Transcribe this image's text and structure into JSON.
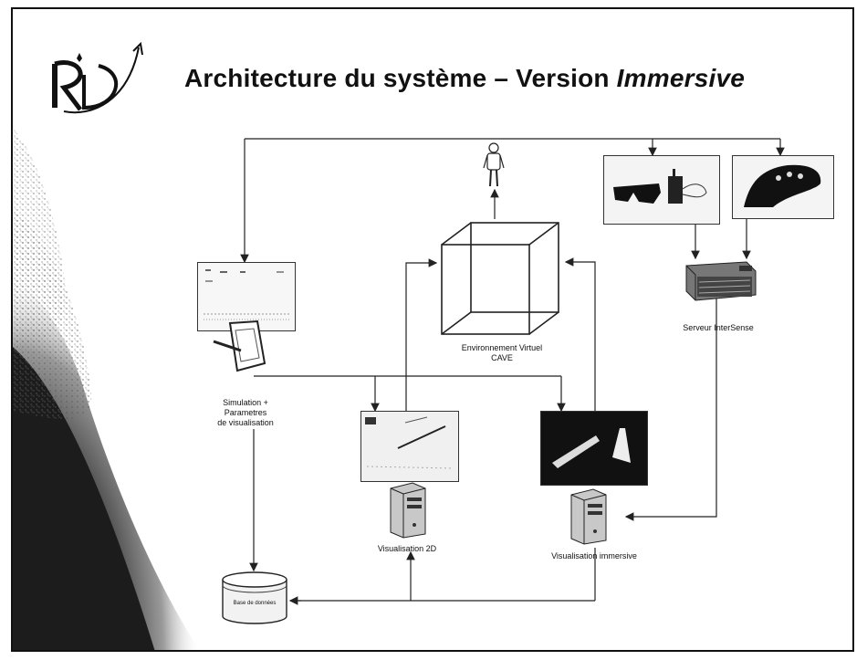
{
  "slide": {
    "title_part1": "Architecture du système – Version ",
    "title_part2": "Immersive",
    "logo_text": "RD"
  },
  "nodes": {
    "cave_label_line1": "Environnement Virtuel",
    "cave_label_line2": "CAVE",
    "server_label": "Serveur InterSense",
    "sim_label_line1": "Simulation +",
    "sim_label_line2": "Parametres",
    "sim_label_line3": "de visualisation",
    "vis2d_label": "Visualisation 2D",
    "visimm_label": "Visualisation immersive",
    "database_label": "Base de données"
  },
  "icons": {
    "user": "person-icon",
    "glasses": "tracking-glasses-icon",
    "wand": "wand-controller-icon",
    "server": "rack-server-icon",
    "tablet": "tablet-icon",
    "computer": "tower-computer-icon",
    "database": "database-cylinder-icon"
  },
  "colors": {
    "line": "#222222",
    "panel": "#f4f4f4",
    "dark_screen": "#111111"
  }
}
